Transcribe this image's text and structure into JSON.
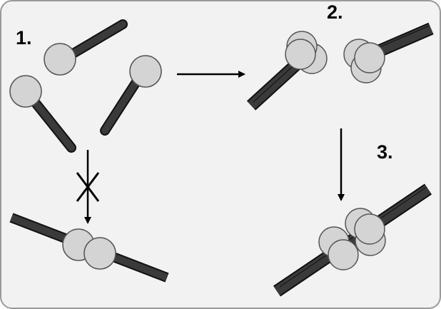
{
  "labels": {
    "step1": "1.",
    "step2": "2.",
    "step3": "3."
  },
  "colors": {
    "background": "#f2f2f2",
    "border": "#9a9a9a",
    "rod": "#3a3a3a",
    "rod_edge": "#111111",
    "head": "#d4d4d4",
    "head_edge": "#555555",
    "arrow": "#000000"
  }
}
